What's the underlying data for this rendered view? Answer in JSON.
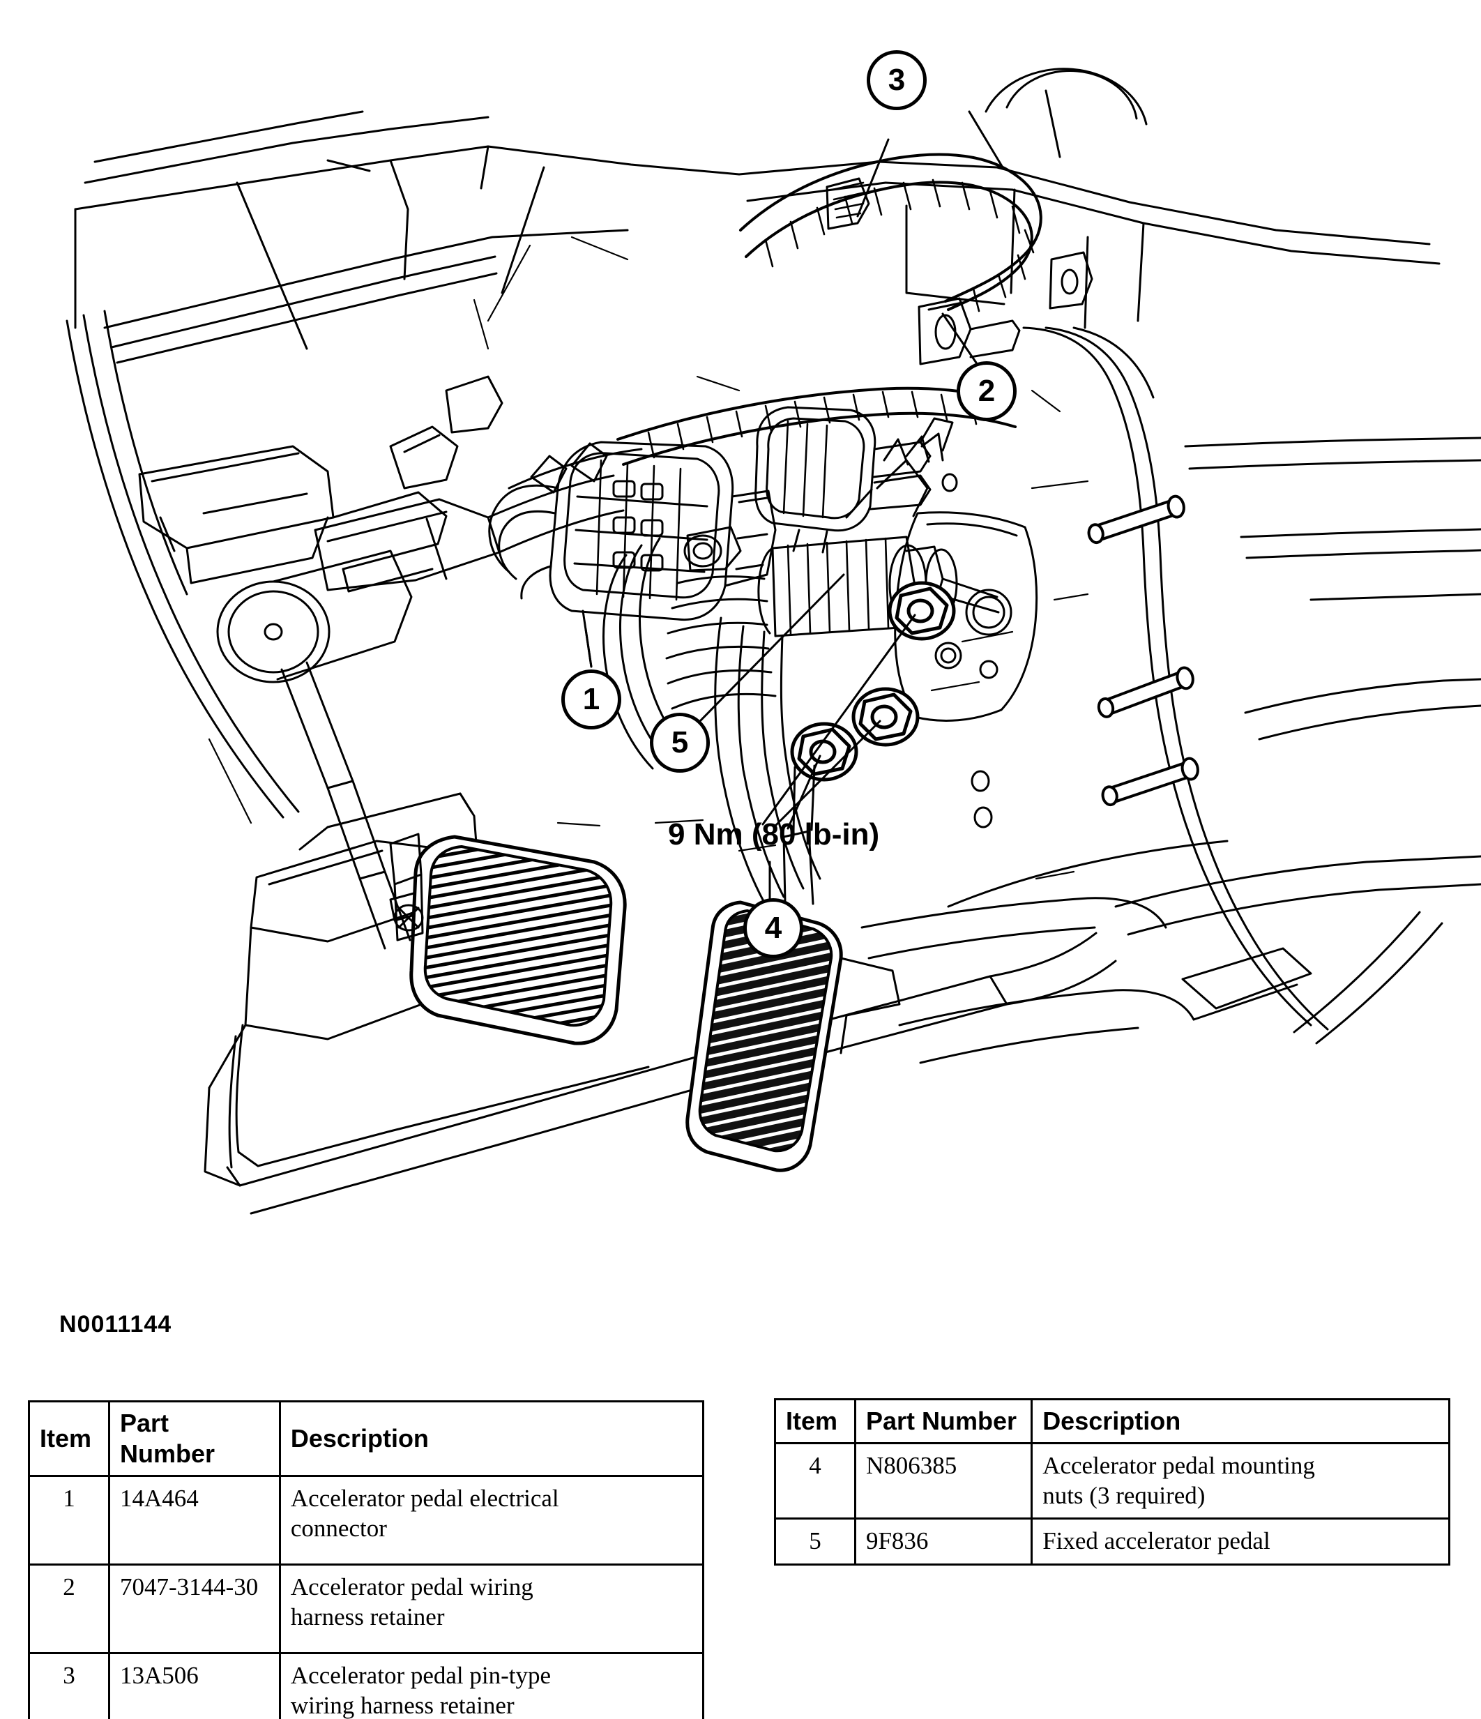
{
  "figure": {
    "id_label": "N0011144",
    "torque_spec": "9 Nm (80 lb-in)",
    "callouts": [
      {
        "number": "1",
        "name": "callout-1"
      },
      {
        "number": "2",
        "name": "callout-2"
      },
      {
        "number": "3",
        "name": "callout-3"
      },
      {
        "number": "4",
        "name": "callout-4"
      },
      {
        "number": "5",
        "name": "callout-5"
      }
    ]
  },
  "tables": {
    "headers": {
      "item": "Item",
      "part_number": "Part Number",
      "description": "Description"
    },
    "left_rows": [
      {
        "item": "1",
        "part_number": "14A464",
        "desc_line1": "Accelerator pedal electrical",
        "desc_line2": "connector"
      },
      {
        "item": "2",
        "part_number": "7047-3144-30",
        "desc_line1": "Accelerator pedal wiring",
        "desc_line2": "harness retainer"
      },
      {
        "item": "3",
        "part_number": "13A506",
        "desc_line1": "Accelerator pedal pin-type",
        "desc_line2": "wiring harness retainer"
      }
    ],
    "right_rows": [
      {
        "item": "4",
        "part_number": "N806385",
        "desc_line1": "Accelerator pedal mounting",
        "desc_line2": "nuts (3 required)"
      },
      {
        "item": "5",
        "part_number": "9F836",
        "desc_line1": "Fixed accelerator pedal",
        "desc_line2": ""
      }
    ]
  },
  "colors": {
    "line": "#000000",
    "background": "#ffffff",
    "pedal_dark": "#1a1a1a"
  }
}
